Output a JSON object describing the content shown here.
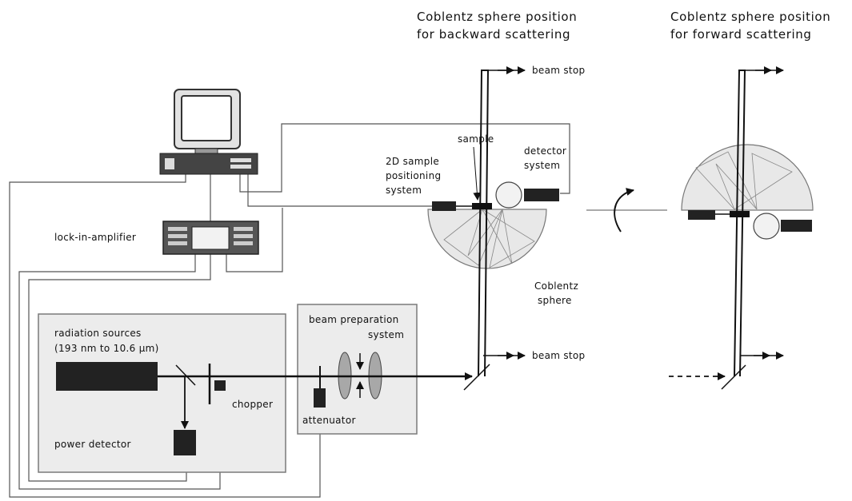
{
  "headers": {
    "backward_line1": "Coblentz sphere position",
    "backward_line2": "for backward scattering",
    "forward_line1": "Coblentz sphere position",
    "forward_line2": "for forward scattering"
  },
  "labels": {
    "beam_stop_top": "beam stop",
    "beam_stop_bottom": "beam stop",
    "sample": "sample",
    "detector_system_1": "detector",
    "detector_system_2": "system",
    "positioning_1": "2D sample",
    "positioning_2": "positioning",
    "positioning_3": "system",
    "lock_in": "lock-in-amplifier",
    "coblentz_1": "Coblentz",
    "coblentz_2": "sphere",
    "radiation_1": "radiation sources",
    "radiation_2": "(193 nm to 10.6 µm)",
    "chopper": "chopper",
    "power_detector": "power detector",
    "beam_prep_1": "beam preparation",
    "beam_prep_2": "system",
    "attenuator": "attenuator"
  },
  "colors": {
    "panel_fill": "#ececec",
    "panel_stroke": "#7a7a7a",
    "dark_component": "#2a2a2a",
    "sphere_fill": "#e8e8e8",
    "lens_fill": "#a8a8a8",
    "wire": "#555555",
    "beam": "#111111"
  },
  "icons": {
    "computer": "computer-icon",
    "amplifier": "lock-in-amplifier-icon",
    "rotation": "rotate-arrow-icon"
  }
}
